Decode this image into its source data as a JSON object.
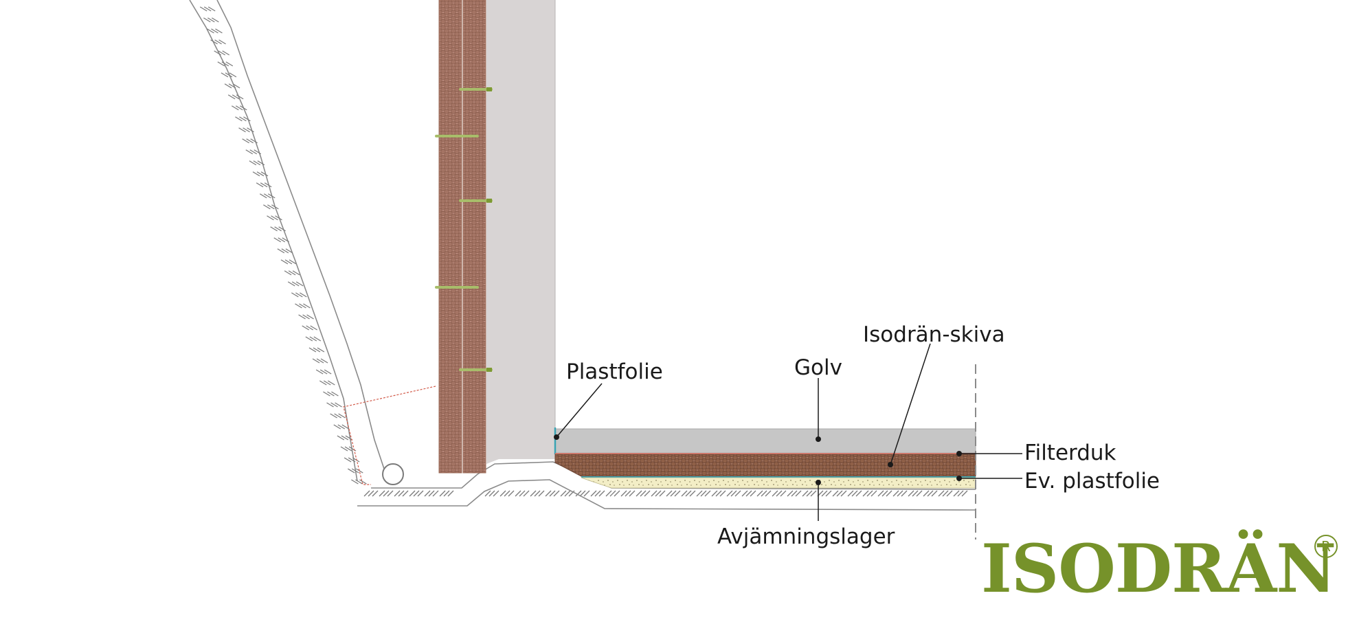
{
  "labels": {
    "plastfolie": "Plastfolie",
    "golv": "Golv",
    "isodran_skiva": "Isodrän-skiva",
    "filterduk": "Filterduk",
    "ev_plastfolie": "Ev. plastfolie",
    "avjamningslager": "Avjämningslager"
  },
  "logo": {
    "text": "ISODRÄN",
    "registered": "R"
  },
  "colors": {
    "concrete": "#d8d4d4",
    "floor": "#c6c6c6",
    "board": "#a97a66",
    "leveling": "#f1ecbf",
    "logo_green": "#76922a",
    "leader": "#1a1a1a"
  }
}
